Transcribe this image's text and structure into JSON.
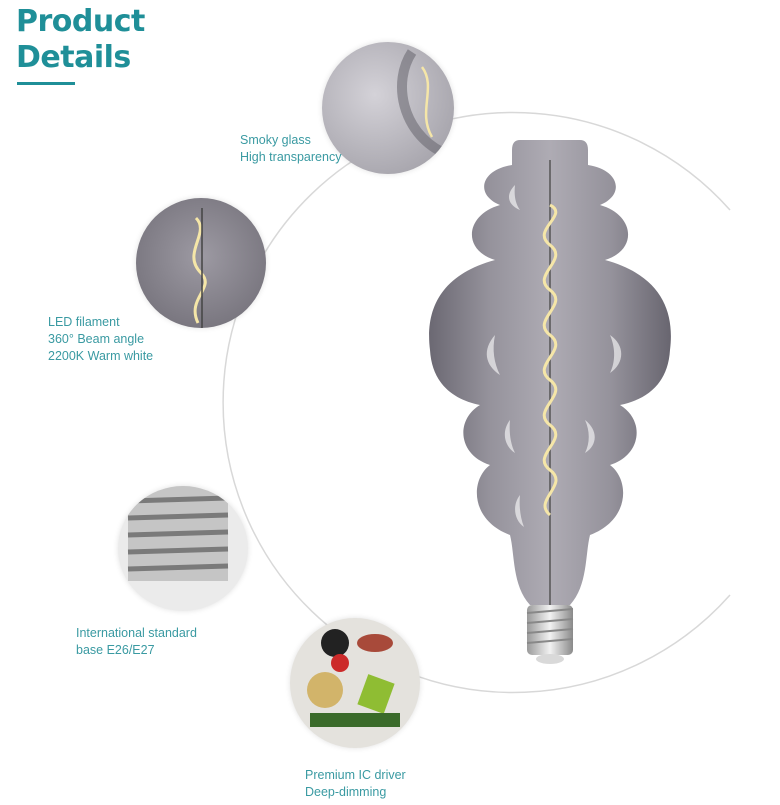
{
  "title": {
    "line1": "Product",
    "line2": "Details"
  },
  "features": [
    {
      "name": "smoky-glass",
      "lines": [
        "Smoky glass",
        "High transparency"
      ]
    },
    {
      "name": "led-filament",
      "lines": [
        "LED filament",
        "360° Beam angle",
        "2200K Warm white"
      ]
    },
    {
      "name": "base",
      "lines": [
        "International standard",
        "base E26/E27"
      ]
    },
    {
      "name": "driver",
      "lines": [
        "Premium IC driver",
        "Deep-dimming"
      ]
    }
  ],
  "colors": {
    "accent": "#1f8f98",
    "text": "#3a9aa2",
    "glass": "#7f7c86",
    "filament": "#f5e6a8"
  },
  "icons": [
    "glass-closeup",
    "filament-closeup",
    "base-closeup",
    "driver-closeup",
    "led-bulb"
  ]
}
